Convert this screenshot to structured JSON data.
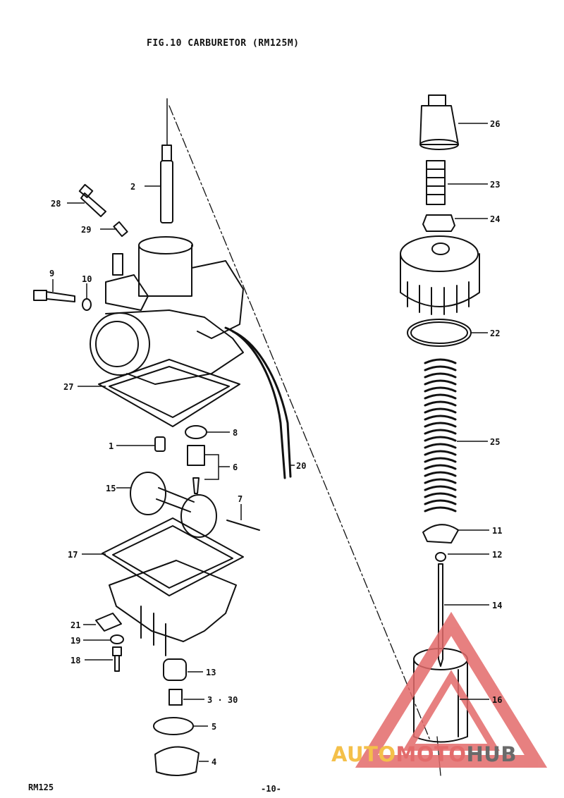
{
  "title": "FIG.10  CARBURETOR (RM125M)",
  "footer": {
    "model": "RM125",
    "page": "-10-"
  },
  "watermark": {
    "part1": "AUTO",
    "part2": "MOTO",
    "part3": "HUB"
  },
  "colors": {
    "ink": "#111111",
    "watermark_red": "#e36b6b",
    "watermark_yellow": "#f4c04a",
    "watermark_gray": "#6a6a6a"
  },
  "callouts": [
    "26",
    "23",
    "24",
    "22",
    "25",
    "11",
    "12",
    "14",
    "16",
    "2",
    "28",
    "29",
    "9",
    "10",
    "27",
    "20",
    "8",
    "6",
    "1",
    "15",
    "7",
    "17",
    "21",
    "19",
    "18",
    "13",
    "3 · 30",
    "5",
    "4"
  ]
}
